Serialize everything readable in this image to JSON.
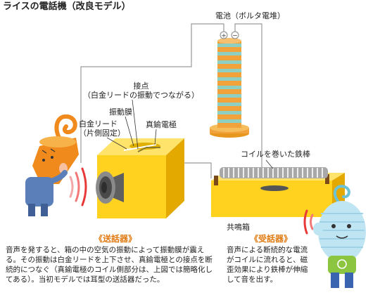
{
  "title": "ライスの電話機（改良モデル）",
  "labels": {
    "battery": "電池（ボルタ電堆）",
    "battery_plus": "+",
    "battery_minus": "−",
    "contact": "接点\n（白金リードの振動でつながる）",
    "diaphragm": "振動膜",
    "platinum_reed": "白金リード\n（片側固定）",
    "brass_electrode": "真鍮電極",
    "coil_rod": "コイルを巻いた鉄棒",
    "sound_box": "共鳴箱"
  },
  "transmitter": {
    "heading": "《送話器》",
    "description": "音声を発すると、箱の中の空気の振動によって振動膜が震える。その振動は白金リードを上下させ、真鍮電極との接点を断続的につなぐ（真鍮電極のコイル側部分は、上図では簡略化してある）。当初モデルでは耳型の送話器だった。"
  },
  "receiver": {
    "heading": "《受話器》",
    "description": "音声による断続的な電流がコイルに流れると、磁歪効果により鉄棒が伸縮して音を出す。"
  },
  "colors": {
    "box_yellow": "#ffd21f",
    "box_shade": "#e3a900",
    "heading_orange": "#e07a10",
    "character_orange": "#f08a1c",
    "character_blue": "#bfe4f2",
    "battery_orange": "#f2a23a",
    "battery_teal": "#8ecfc4"
  }
}
